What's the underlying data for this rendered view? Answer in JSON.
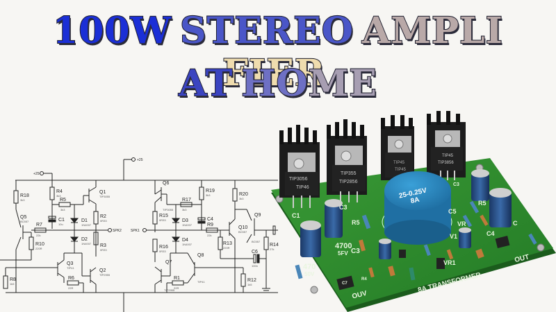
{
  "title": {
    "line1": [
      "100W",
      "STEREO",
      "AMPLI",
      "FIER"
    ],
    "line2": [
      "AT",
      "HO",
      "ME"
    ]
  },
  "schematic": {
    "supply_labels": [
      "+25",
      "+25"
    ],
    "speaker_labels": [
      "SPK2",
      "SPK1"
    ],
    "components": [
      {
        "ref": "R18",
        "value": "3k3"
      },
      {
        "ref": "R4",
        "value": "3k3"
      },
      {
        "ref": "R5",
        "value": "3k3"
      },
      {
        "ref": "Q1",
        "value": "TIP3055"
      },
      {
        "ref": "Q5",
        "value": "BC557"
      },
      {
        "ref": "C1",
        "value": "10u"
      },
      {
        "ref": "D1",
        "value": "1N4007"
      },
      {
        "ref": "R7",
        "value": "22k"
      },
      {
        "ref": "R2",
        "value": "0R33"
      },
      {
        "ref": "R10",
        "value": "220R"
      },
      {
        "ref": "D2",
        "value": "1N4007"
      },
      {
        "ref": "R3",
        "value": "0R33"
      },
      {
        "ref": "Q3",
        "value": "TIP41"
      },
      {
        "ref": "Q2",
        "value": "TIP2955"
      },
      {
        "ref": "R8",
        "value": "1k5"
      },
      {
        "ref": "R6",
        "value": "22R"
      },
      {
        "ref": "Q6",
        "value": "TIP3055"
      },
      {
        "ref": "R17",
        "value": "3k3"
      },
      {
        "ref": "R19",
        "value": "3k3"
      },
      {
        "ref": "R15",
        "value": "0R33"
      },
      {
        "ref": "D3",
        "value": "1N4007"
      },
      {
        "ref": "C4",
        "value": "10u"
      },
      {
        "ref": "R9",
        "value": "22k"
      },
      {
        "ref": "R20",
        "value": "3k3"
      },
      {
        "ref": "Q10",
        "value": "BC557"
      },
      {
        "ref": "Q9",
        "value": "BC557"
      },
      {
        "ref": "D4",
        "value": "1N4007"
      },
      {
        "ref": "R16",
        "value": "0R33"
      },
      {
        "ref": "R13",
        "value": "220R"
      },
      {
        "ref": "Q8",
        "value": "TIP41"
      },
      {
        "ref": "Q7",
        "value": "TIP2955"
      },
      {
        "ref": "R1",
        "value": "22R"
      },
      {
        "ref": "R14",
        "value": "27k"
      },
      {
        "ref": "C6",
        "value": "100n"
      },
      {
        "ref": "R12",
        "value": "1k5"
      }
    ]
  },
  "pcb": {
    "transistors": [
      {
        "line1": "TIP3056",
        "line2": "TIP46"
      },
      {
        "line1": "TIP355",
        "line2": "TIP2856"
      },
      {
        "line1": "TIP45",
        "line2": "TIP45"
      },
      {
        "line1": "TIP45",
        "line2": "TIP3856"
      }
    ],
    "transformer": {
      "line1": "25-0.25V",
      "line2": "8A"
    },
    "silkscreen": {
      "c1": "C1",
      "c3a": "C3",
      "c3b": "C3",
      "c3c": "C3",
      "c5": "C5",
      "c4": "C4",
      "c": "C",
      "c7": "C7",
      "r5a": "R5",
      "r5b": "R5",
      "vr": "VR",
      "v1": "V1",
      "vr1": "VR1",
      "r4": "R4",
      "cap1_v": "4700",
      "cap1_u": "5FV",
      "cap2_v": "470",
      "cap2_u": "50V",
      "board": "8A TRANSFORMER",
      "ouv": "OUV",
      "out": "OUT"
    },
    "colors": {
      "board": "#2f8f2f",
      "transformer": "#2a86c0",
      "cap": "#23467a",
      "heatsink": "#1c1c1c"
    }
  }
}
